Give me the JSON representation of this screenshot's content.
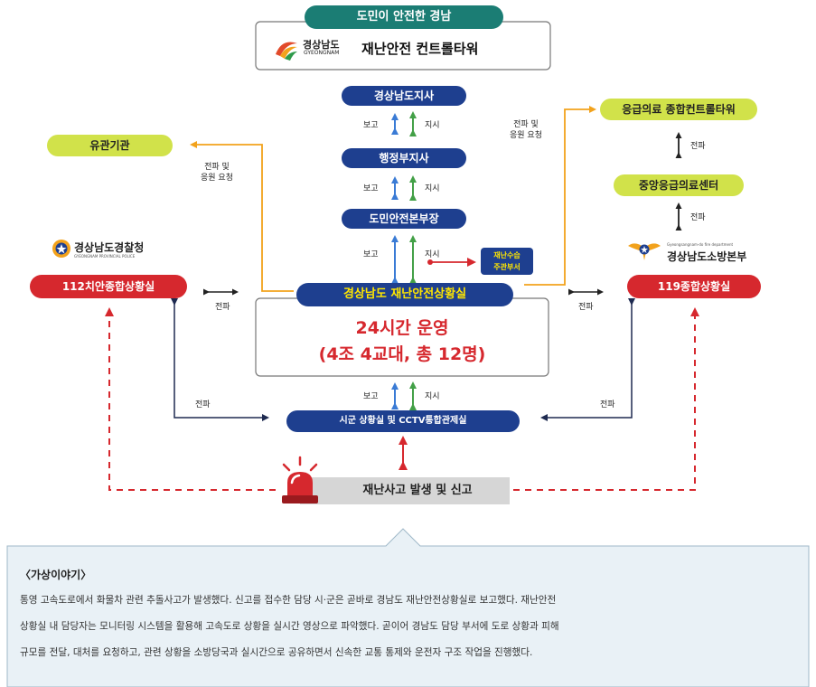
{
  "header": {
    "banner": "도민이 안전한 경남",
    "logo_text": "경상남도",
    "logo_sub": "GYEONGNAM",
    "title": "재난안전 컨트롤타워"
  },
  "center_chain": {
    "governor": "경상남도지사",
    "vice_governor": "행정부지사",
    "safety_director": "도민안전본부장",
    "situation_room": "경상남도 재난안전상황실",
    "operation_line1": "24시간 운영",
    "operation_line2": "(4조 4교대, 총 12명)",
    "city_room": "시군 상황실 및 CCTV통합관제실",
    "incident": "재난사고 발생 및 신고",
    "lead_dept": [
      "재난수습",
      "주관부서"
    ]
  },
  "labels": {
    "report": "보고",
    "command": "지시",
    "relay": "전파",
    "relay_support": [
      "전파 및",
      "응원 요청"
    ]
  },
  "left": {
    "related_agency": "유관기관",
    "police_logo": "경상남도경찰청",
    "police_sub": "GYEONGNAM PROVINCIAL POLICE",
    "police_room": "112치안종합상황실"
  },
  "right": {
    "emergency_tower": "응급의료 종합컨트롤타워",
    "medical_center": "중앙응급의료센터",
    "fire_sub": "Gyeongsangnam-do fire department",
    "fire_logo": "경상남도소방본부",
    "fire_room": "119종합상황실"
  },
  "story": {
    "heading": "〈가상이야기〉",
    "line1": "통영 고속도로에서 화물차 관련 추돌사고가 발생했다. 신고를 접수한 담당 시·군은 곧바로 경남도 재난안전상황실로 보고했다. 재난안전",
    "line2": "상황실 내 담당자는 모니터링 시스템을 활용해 고속도로 상황을 실시간 영상으로 파악했다. 곧이어 경남도 담당 부서에 도로 상황과 피해",
    "line3": "규모를 전달, 대처를 요청하고, 관련 상황을 소방당국과 실시간으로 공유하면서 신속한 교통 통제와 운전자 구조 작업을 진행했다."
  },
  "colors": {
    "navy": "#1e3f8f",
    "lime": "#d1e24a",
    "red": "#d6282e",
    "teal": "#1b7d74",
    "orange": "#f2a21c",
    "yellow_text": "#ffe600",
    "blue_arrow": "#3a7bd5",
    "green_arrow": "#43a047",
    "story_bg": "#e9f1f6"
  },
  "icons": [
    "gyeongnam-logo-icon",
    "police-emblem-icon",
    "fire-emblem-icon",
    "siren-icon"
  ]
}
